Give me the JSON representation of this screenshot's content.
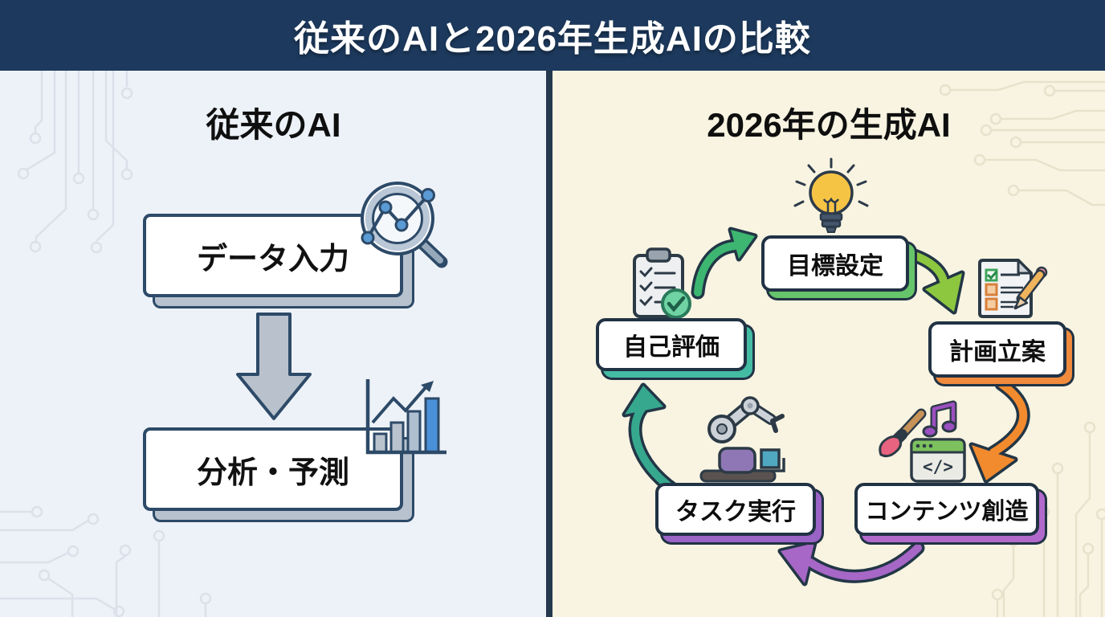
{
  "title": {
    "text": "従来のAIと2026年生成AIの比較"
  },
  "left_panel": {
    "heading": "従来のAI",
    "steps": [
      {
        "label": "データ入力",
        "icon": "magnifier-scatter-icon"
      },
      {
        "label": "分析・予測",
        "icon": "bar-chart-growth-icon"
      }
    ],
    "flow_arrow_direction": "down",
    "colors": {
      "background": "#edf2f8",
      "box_border": "#2d4a68",
      "box_fill": "#ffffff",
      "shadow_fill": "#b7c2ce",
      "arrow_fill": "#b9c2cc",
      "accent_blue": "#4a90d8",
      "circuit": "#dbe1ea"
    }
  },
  "right_panel": {
    "heading": "2026年の生成AI",
    "cycle_nodes": [
      {
        "label": "目標設定",
        "icon": "lightbulb-icon",
        "shadow_color": "#66c46a"
      },
      {
        "label": "計画立案",
        "icon": "checklist-pencil-icon",
        "shadow_color": "#f08a3c"
      },
      {
        "label": "コンテンツ創造",
        "icon": "creative-tools-icon",
        "shadow_color": "#b269cc"
      },
      {
        "label": "タスク実行",
        "icon": "robot-arm-icon",
        "shadow_color": "#9a63c6"
      },
      {
        "label": "自己評価",
        "icon": "clipboard-check-icon",
        "shadow_color": "#44bca4"
      }
    ],
    "cycle_arrows": [
      {
        "from": "自己評価",
        "to": "目標設定",
        "color": "#3db671"
      },
      {
        "from": "目標設定",
        "to": "計画立案",
        "color": "#8dc63f"
      },
      {
        "from": "計画立案",
        "to": "コンテンツ創造",
        "color": "#f28a2e"
      },
      {
        "from": "コンテンツ創造",
        "to": "タスク実行",
        "color": "#a667c6"
      },
      {
        "from": "タスク実行",
        "to": "自己評価",
        "color": "#36a88e"
      }
    ],
    "icons": {
      "code_glyph": "</>"
    },
    "colors": {
      "background": "#f8f4e1",
      "box_border": "#213244",
      "box_fill": "#ffffff",
      "circuit": "#e6e2cb"
    }
  },
  "chrome": {
    "title_bar_color": "#1d3a5e",
    "title_text_color": "#ffffff",
    "divider_color": "#24384e"
  }
}
